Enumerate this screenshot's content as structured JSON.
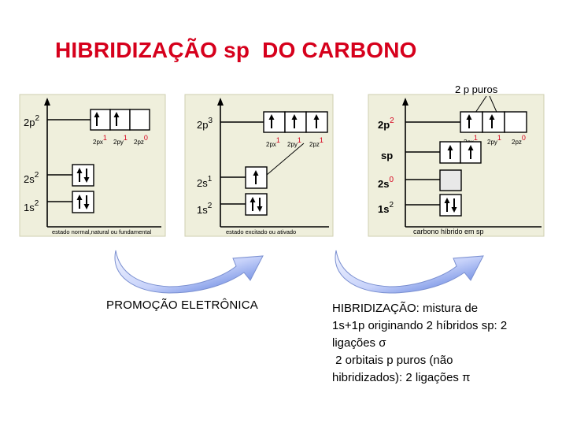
{
  "title": "HIBRIDIZAÇÃO sp  DO CARBONO",
  "colors": {
    "title": "#d6001c",
    "panel_bg": "#efefdc",
    "empty_box": "#e8e8e8",
    "arrow_fill_light": "#e4e9ff",
    "arrow_fill_dark": "#4a6fd8"
  },
  "panel1": {
    "levels": {
      "p": "2p",
      "p_sup": "2",
      "s2": "2s",
      "s2_sup": "2",
      "s1": "1s",
      "s1_sup": "2"
    },
    "sublabels": [
      {
        "name": "2px",
        "sup": "1"
      },
      {
        "name": "2py",
        "sup": "1"
      },
      {
        "name": "2pz",
        "sup": "0"
      }
    ],
    "axis_label": "estado normal,natural ou fundamental"
  },
  "panel2": {
    "levels": {
      "p": "2p",
      "p_sup": "3",
      "s2": "2s",
      "s2_sup": "1",
      "s1": "1s",
      "s1_sup": "2"
    },
    "sublabels": [
      {
        "name": "2px",
        "sup": "1"
      },
      {
        "name": "2py",
        "sup": "1"
      },
      {
        "name": "2pz",
        "sup": "1"
      }
    ],
    "axis_label": "estado excitado ou ativado"
  },
  "panel3": {
    "callout": "2 p puros",
    "levels": {
      "p": "2p",
      "p_sup": "2",
      "sp": "sp",
      "s2": "2s",
      "s2_sup": "0",
      "s1": "1s",
      "s1_sup": "2"
    },
    "sublabels": [
      {
        "name": "2px",
        "sup": "1"
      },
      {
        "name": "2py",
        "sup": "1"
      },
      {
        "name": "2pz",
        "sup": "0"
      }
    ],
    "axis_label": "carbono híbrido em  sp"
  },
  "captions": {
    "promotion": "PROMOÇÃO ELETRÔNICA",
    "hybridization": [
      "HIBRIDIZAÇÃO: mistura de",
      "1s+1p originando 2 híbridos sp: 2",
      "ligações σ",
      " 2 orbitais p puros (não",
      "hibridizados): 2 ligações π"
    ]
  }
}
